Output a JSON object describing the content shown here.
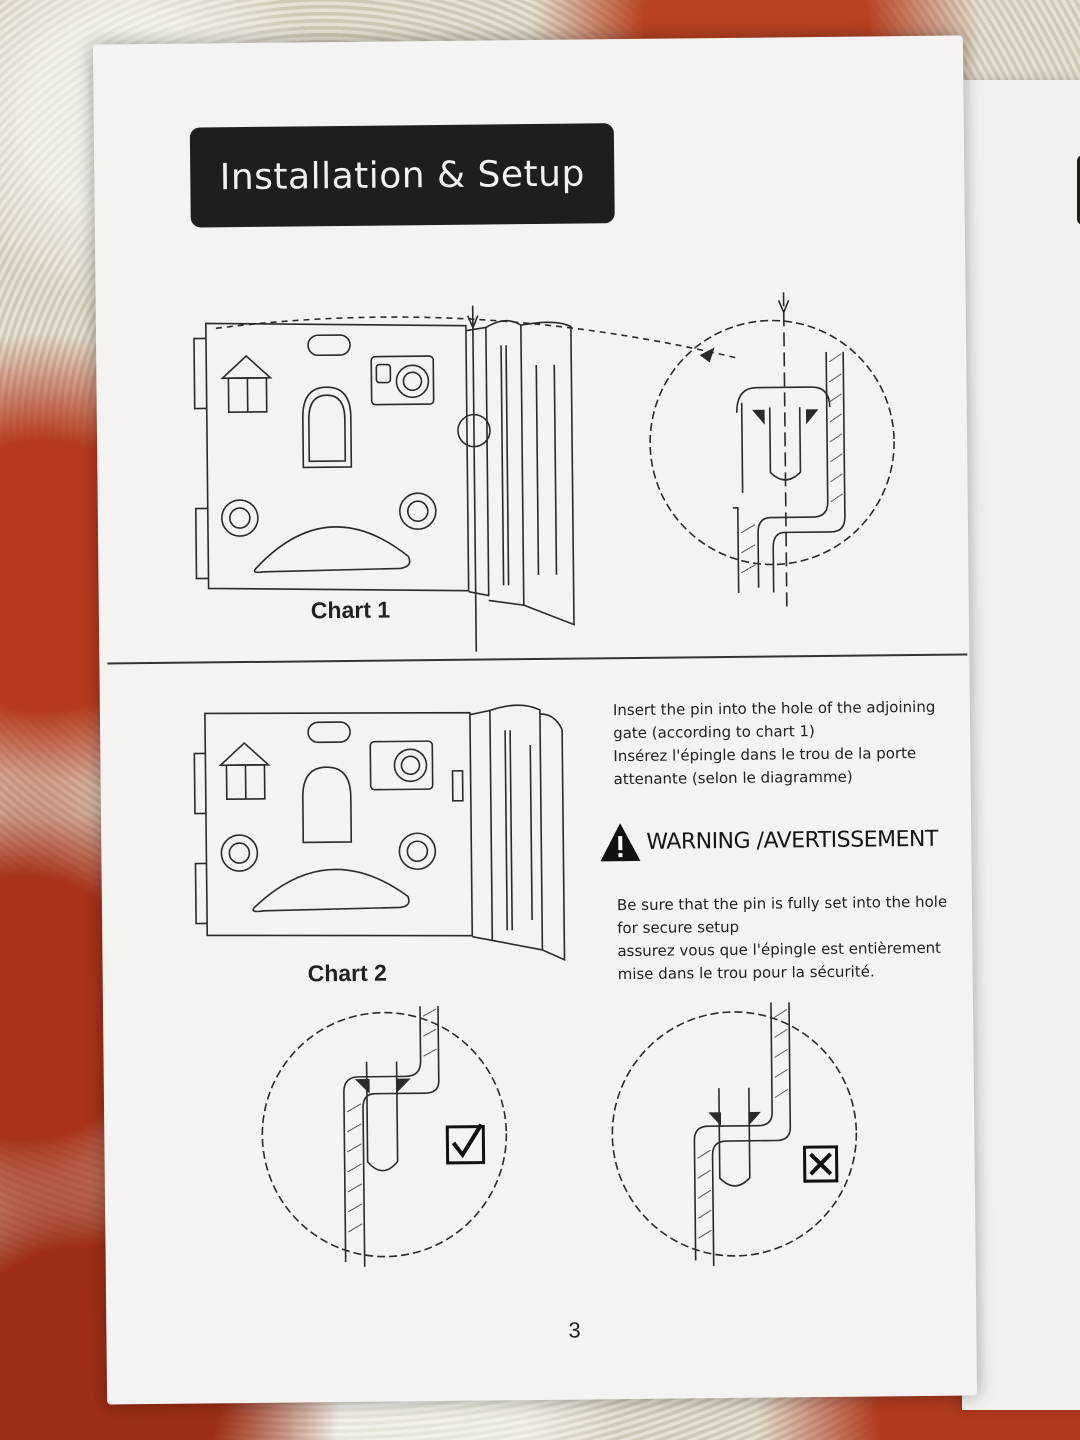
{
  "header": {
    "title": "Installation & Setup"
  },
  "charts": {
    "chart1_label": "Chart 1",
    "chart2_label": "Chart 2"
  },
  "instructions": {
    "en": "Insert the pin into the hole of the adjoining gate (according to chart 1)",
    "fr": "Insérez l'épingle dans le trou de la porte attenante (selon le diagramme)"
  },
  "warning": {
    "title": "WARNING /AVERTISSEMENT",
    "en": "Be sure that the pin is fully set into the hole for secure setup",
    "fr": "assurez vous que l'épingle est entièrement mise dans le trou pour la sécurité."
  },
  "footer": {
    "page_number": "3"
  },
  "icons": {
    "warning": "warning-triangle-icon",
    "correct": "checkbox-check-icon",
    "incorrect": "checkbox-cross-icon"
  }
}
